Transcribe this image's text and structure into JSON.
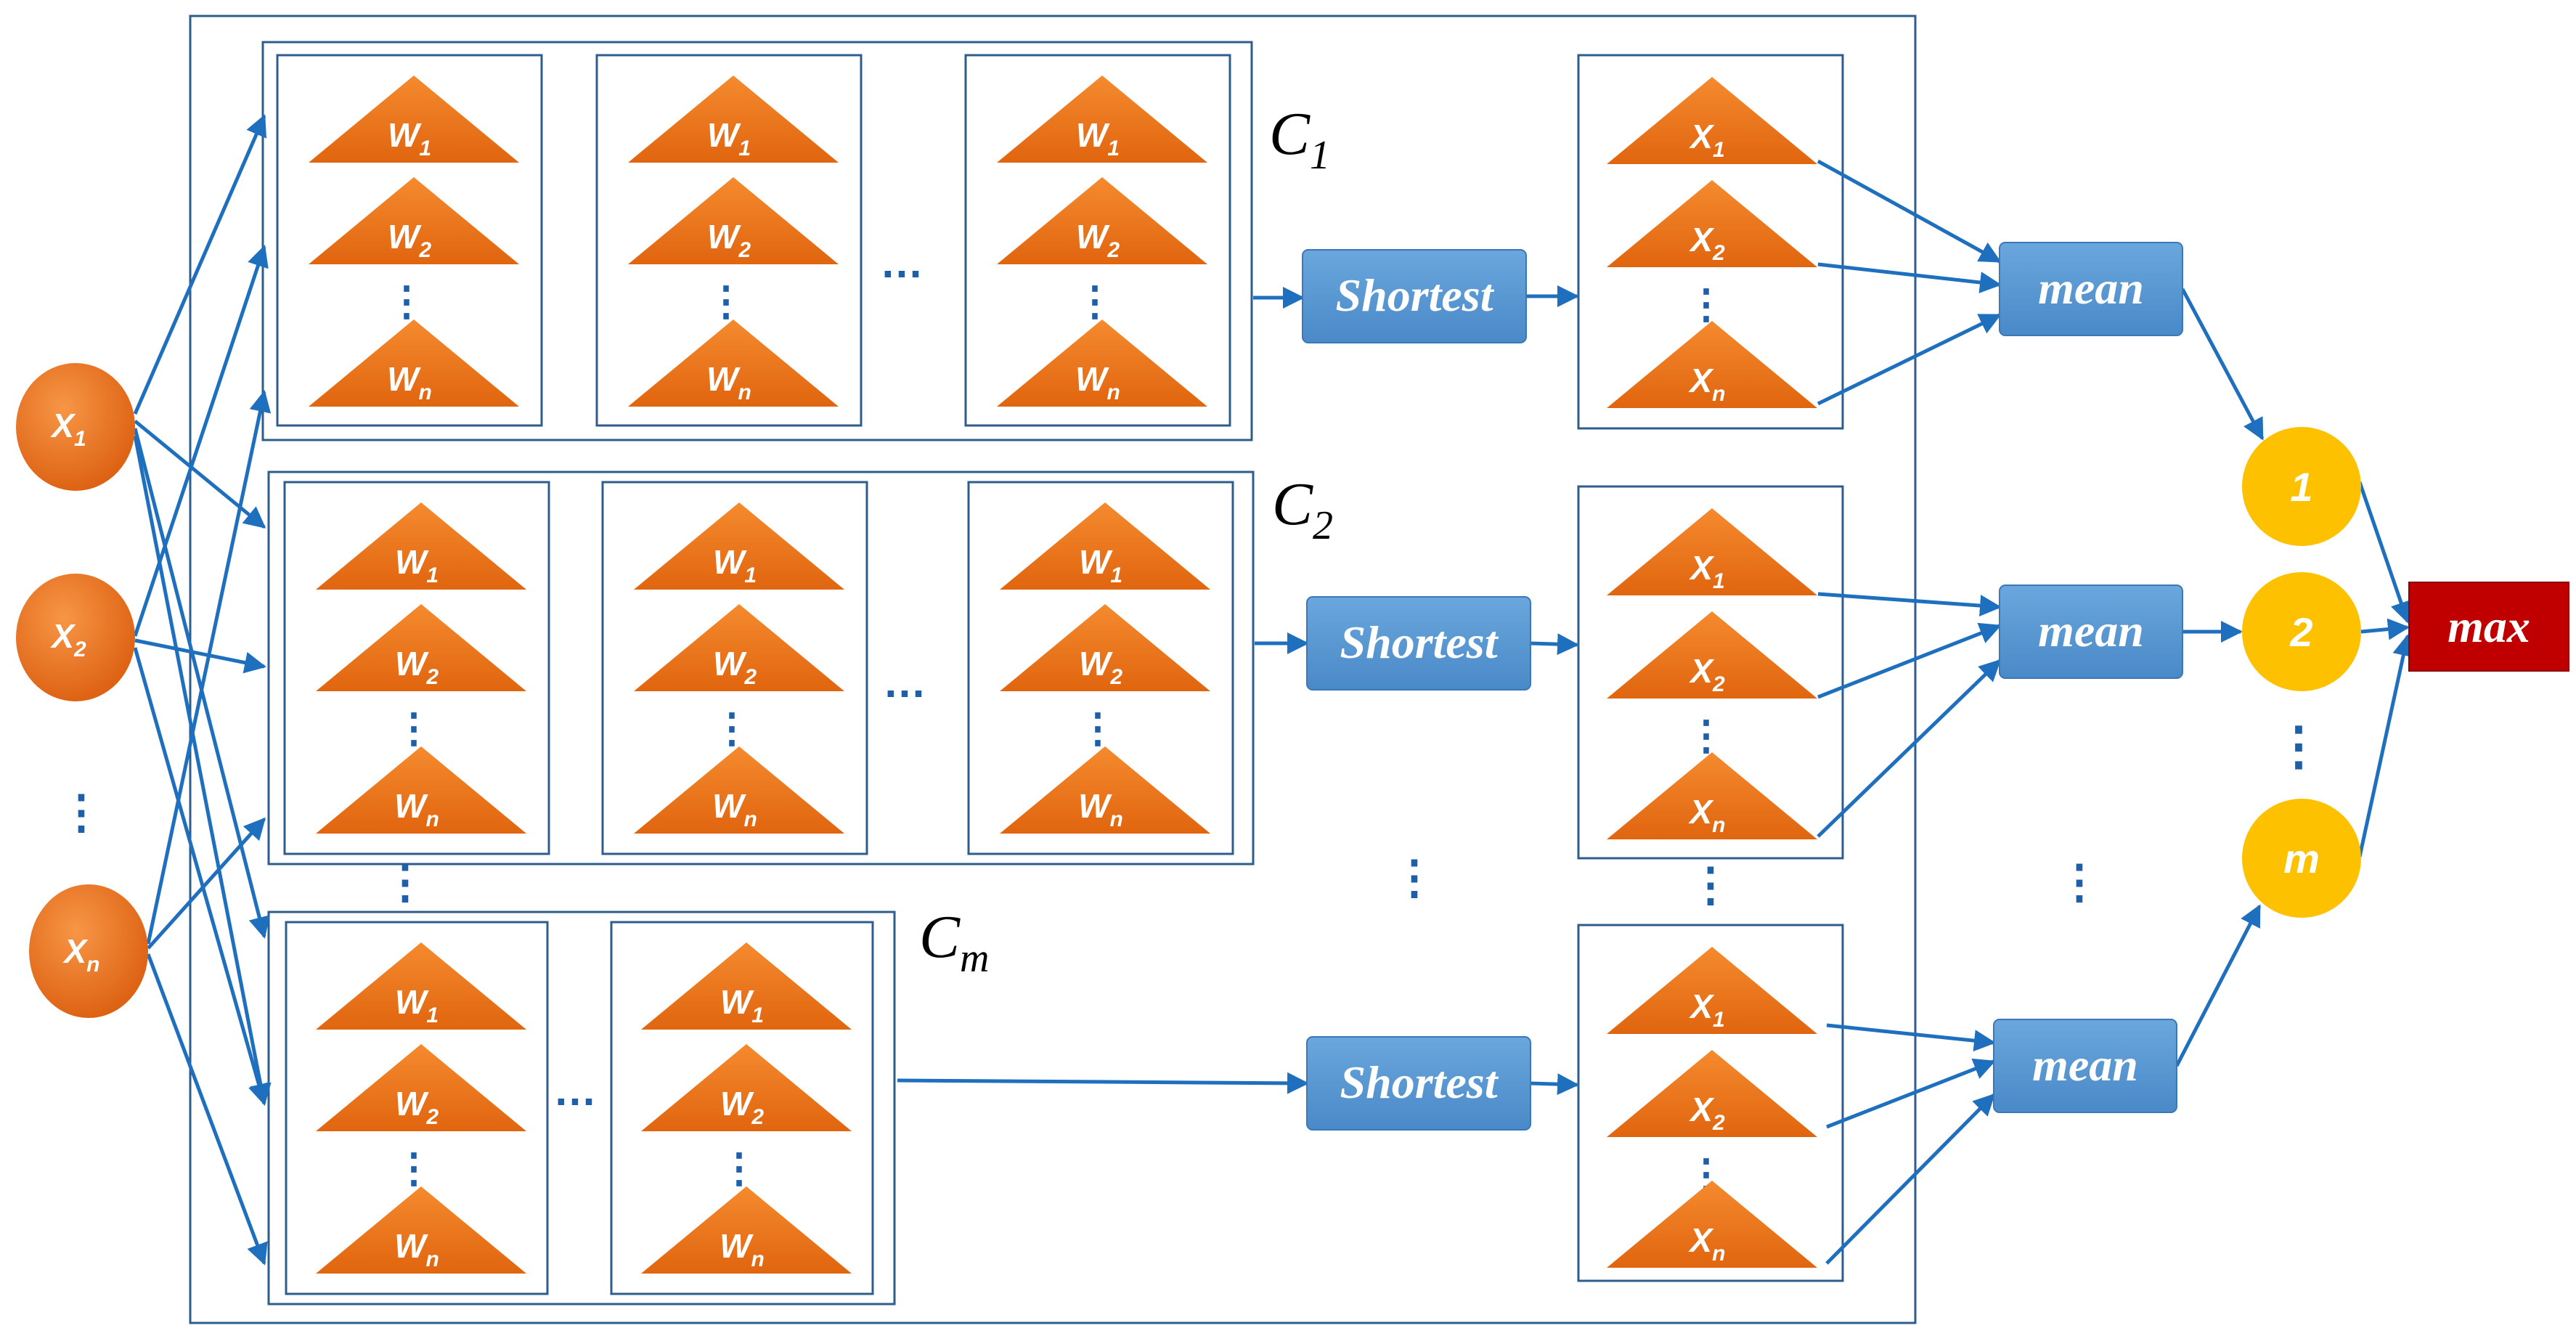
{
  "inputs": {
    "x1": "X",
    "x1_sub": "1",
    "x2": "X",
    "x2_sub": "2",
    "xn": "X",
    "xn_sub": "n",
    "ellipsis": "⋮"
  },
  "weights": {
    "w": "W",
    "sub1": "1",
    "sub2": "2",
    "subn": "n"
  },
  "feature_labels": {
    "x": "X",
    "sub1": "1",
    "sub2": "2",
    "subn": "n"
  },
  "clusters": [
    {
      "name": "C",
      "sub": "1"
    },
    {
      "name": "C",
      "sub": "2"
    },
    {
      "name": "C",
      "sub": "m"
    }
  ],
  "operations": {
    "shortest": "Shortest",
    "mean": "mean",
    "max": "max"
  },
  "results": [
    "1",
    "2",
    "m"
  ],
  "ellipsis_h": "…",
  "ellipsis_v": "⋮",
  "colors": {
    "orange": "#f07c22",
    "blue_box": "#5b9bd5",
    "frame": "#2e5d8c",
    "arrow": "#1f6fbf",
    "yellow": "#fdc100",
    "max_red": "#c00000"
  }
}
